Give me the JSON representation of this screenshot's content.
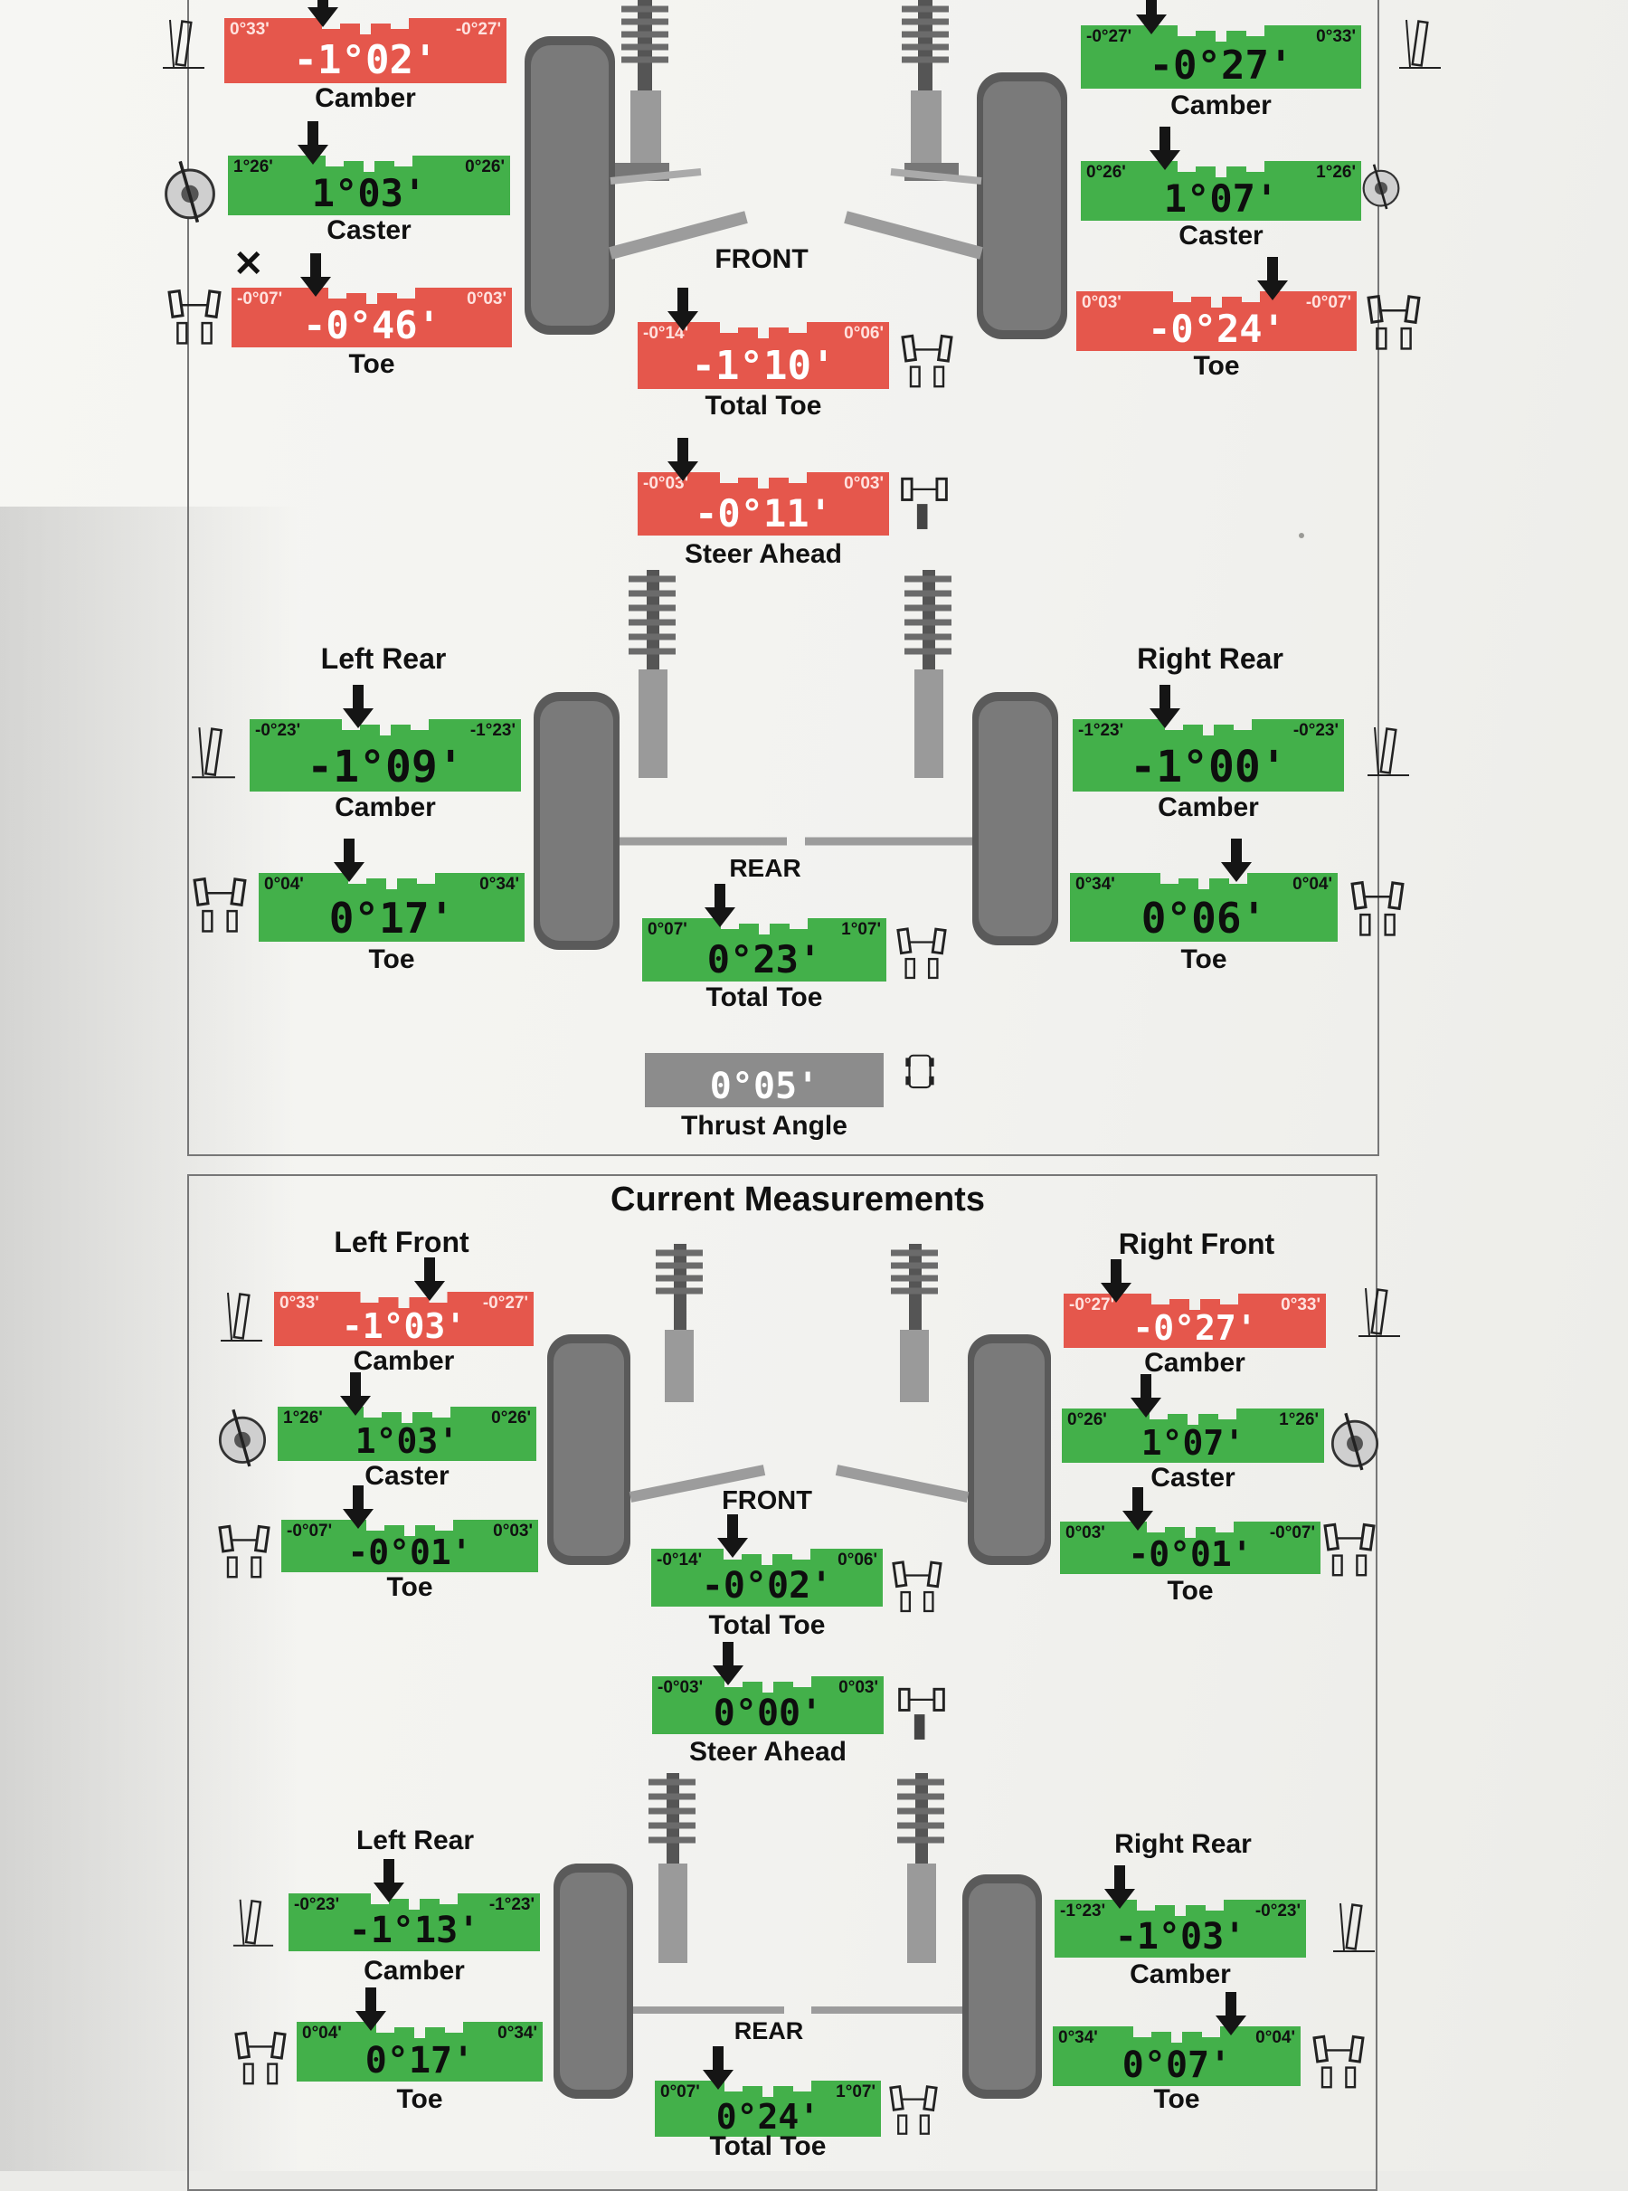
{
  "sections": {
    "current_title": "Current Measurements"
  },
  "labels": {
    "front": "FRONT",
    "rear": "REAR",
    "left_rear": "Left Rear",
    "right_rear": "Right Rear",
    "left_front": "Left Front",
    "right_front": "Right Front"
  },
  "before": {
    "lf_camber": {
      "caption": "Camber",
      "value": "-1°02'",
      "min": "0°33'",
      "max": "-0°27'",
      "status": "red"
    },
    "lf_caster": {
      "caption": "Caster",
      "value": "1°03'",
      "min": "1°26'",
      "max": "0°26'",
      "status": "green"
    },
    "lf_toe": {
      "caption": "Toe",
      "value": "-0°46'",
      "min": "-0°07'",
      "max": "0°03'",
      "status": "red"
    },
    "rf_camber": {
      "caption": "Camber",
      "value": "-0°27'",
      "min": "-0°27'",
      "max": "0°33'",
      "status": "green"
    },
    "rf_caster": {
      "caption": "Caster",
      "value": "1°07'",
      "min": "0°26'",
      "max": "1°26'",
      "status": "green"
    },
    "rf_toe": {
      "caption": "Toe",
      "value": "-0°24'",
      "min": "0°03'",
      "max": "-0°07'",
      "status": "red"
    },
    "front_total_toe": {
      "caption": "Total Toe",
      "value": "-1°10'",
      "min": "-0°14'",
      "max": "0°06'",
      "status": "red"
    },
    "steer_ahead": {
      "caption": "Steer Ahead",
      "value": "-0°11'",
      "min": "-0°03'",
      "max": "0°03'",
      "status": "red"
    },
    "lr_camber": {
      "caption": "Camber",
      "value": "-1°09'",
      "min": "-0°23'",
      "max": "-1°23'",
      "status": "green"
    },
    "lr_toe": {
      "caption": "Toe",
      "value": "0°17'",
      "min": "0°04'",
      "max": "0°34'",
      "status": "green"
    },
    "rr_camber": {
      "caption": "Camber",
      "value": "-1°00'",
      "min": "-1°23'",
      "max": "-0°23'",
      "status": "green"
    },
    "rr_toe": {
      "caption": "Toe",
      "value": "0°06'",
      "min": "0°34'",
      "max": "0°04'",
      "status": "green"
    },
    "rear_total_toe": {
      "caption": "Total Toe",
      "value": "0°23'",
      "min": "0°07'",
      "max": "1°07'",
      "status": "green"
    },
    "thrust_angle": {
      "caption": "Thrust Angle",
      "value": "0°05'",
      "status": "gray"
    }
  },
  "current": {
    "lf_camber": {
      "caption": "Camber",
      "value": "-1°03'",
      "min": "0°33'",
      "max": "-0°27'",
      "status": "red"
    },
    "lf_caster": {
      "caption": "Caster",
      "value": "1°03'",
      "min": "1°26'",
      "max": "0°26'",
      "status": "green"
    },
    "lf_toe": {
      "caption": "Toe",
      "value": "-0°01'",
      "min": "-0°07'",
      "max": "0°03'",
      "status": "green"
    },
    "rf_camber": {
      "caption": "Camber",
      "value": "-0°27'",
      "min": "-0°27'",
      "max": "0°33'",
      "status": "red"
    },
    "rf_caster": {
      "caption": "Caster",
      "value": "1°07'",
      "min": "0°26'",
      "max": "1°26'",
      "status": "green"
    },
    "rf_toe": {
      "caption": "Toe",
      "value": "-0°01'",
      "min": "0°03'",
      "max": "-0°07'",
      "status": "green"
    },
    "front_total_toe": {
      "caption": "Total Toe",
      "value": "-0°02'",
      "min": "-0°14'",
      "max": "0°06'",
      "status": "green"
    },
    "steer_ahead": {
      "caption": "Steer Ahead",
      "value": "0°00'",
      "min": "-0°03'",
      "max": "0°03'",
      "status": "green"
    },
    "lr_camber": {
      "caption": "Camber",
      "value": "-1°13'",
      "min": "-0°23'",
      "max": "-1°23'",
      "status": "green"
    },
    "lr_toe": {
      "caption": "Toe",
      "value": "0°17'",
      "min": "0°04'",
      "max": "0°34'",
      "status": "green"
    },
    "rr_camber": {
      "caption": "Camber",
      "value": "-1°03'",
      "min": "-1°23'",
      "max": "-0°23'",
      "status": "green"
    },
    "rr_toe": {
      "caption": "Toe",
      "value": "0°07'",
      "min": "0°34'",
      "max": "0°04'",
      "status": "green"
    },
    "rear_total_toe": {
      "caption": "Total Toe",
      "value": "0°24'",
      "min": "0°07'",
      "max": "1°07'",
      "status": "green"
    }
  },
  "colors": {
    "in_spec": "#43b04a",
    "out_of_spec": "#e5574c",
    "neutral": "#8c8c8c"
  },
  "icons": [
    "camber-icon",
    "caster-icon",
    "toe-icon",
    "steer-icon",
    "thrust-icon",
    "arrow-down-icon",
    "cross-icon"
  ]
}
